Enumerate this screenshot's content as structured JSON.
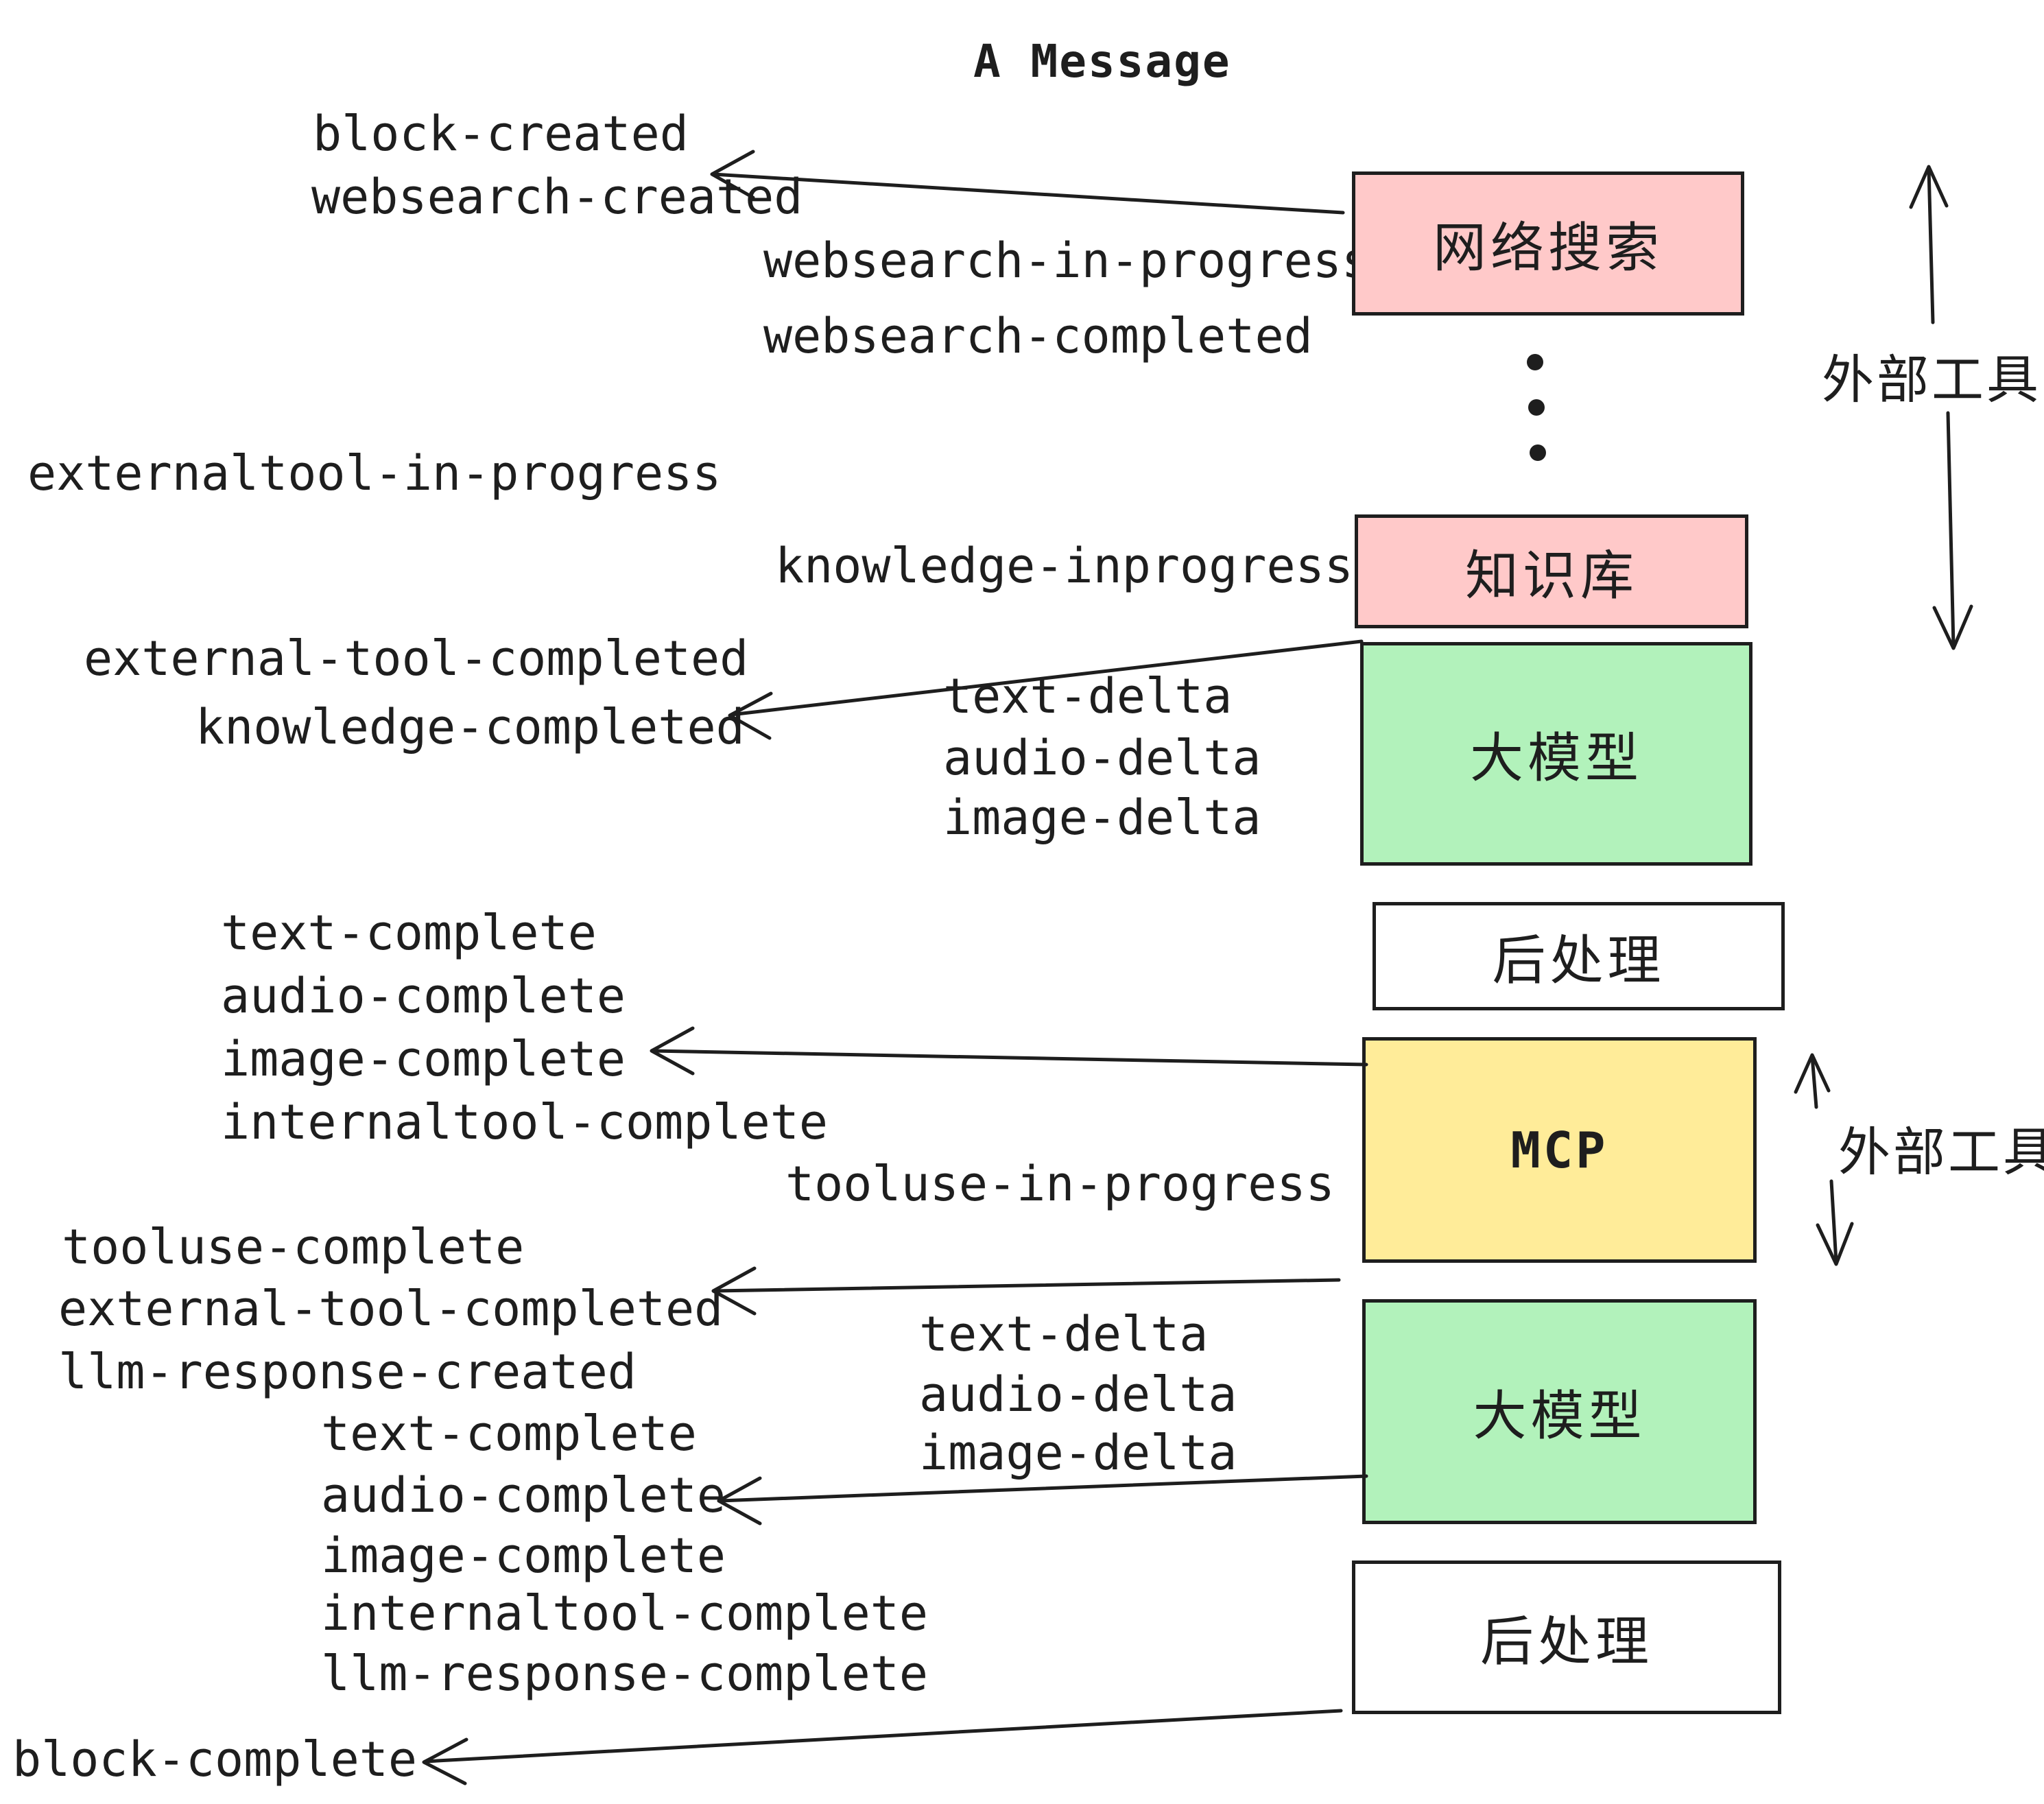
{
  "title": "A Message",
  "colors": {
    "stroke": "#1e1e1e",
    "pink_fill": "#ffc9c9",
    "green_fill": "#b2f2bb",
    "yellow_fill": "#ffec99",
    "white_fill": "#ffffff"
  },
  "boxes": {
    "websearch": "网络搜索",
    "knowledge": "知识库",
    "llm1": "大模型",
    "post1": "后处理",
    "mcp": "MCP",
    "llm2": "大模型",
    "post2": "后处理"
  },
  "side_labels": {
    "external_tools_top": "外部工具",
    "external_tools_mid": "外部工具"
  },
  "events": {
    "block_created": "block-created",
    "websearch_created": "websearch-created",
    "websearch_in_progress": "websearch-in-progress",
    "websearch_completed": "websearch-completed",
    "externaltool_in_progress": "externaltool-in-progress",
    "knowledge_inprogress": "knowledge-inprogress",
    "external_tool_completed_1": "external-tool-completed",
    "knowledge_completed": "knowledge-completed",
    "text_delta_1": "text-delta",
    "audio_delta_1": "audio-delta",
    "image_delta_1": "image-delta",
    "text_complete_1": "text-complete",
    "audio_complete_1": "audio-complete",
    "image_complete_1": "image-complete",
    "internaltool_complete_1": "internaltool-complete",
    "tooluse_in_progress": "tooluse-in-progress",
    "tooluse_complete": "tooluse-complete",
    "external_tool_completed_2": "external-tool-completed",
    "llm_response_created": "llm-response-created",
    "text_complete_2": "text-complete",
    "audio_complete_2": "audio-complete",
    "image_complete_2": "image-complete",
    "internaltool_complete_2": "internaltool-complete",
    "llm_response_complete": "llm-response-complete",
    "block_complete": "block-complete"
  },
  "decorations": {
    "ellipsis_dots": 3
  }
}
